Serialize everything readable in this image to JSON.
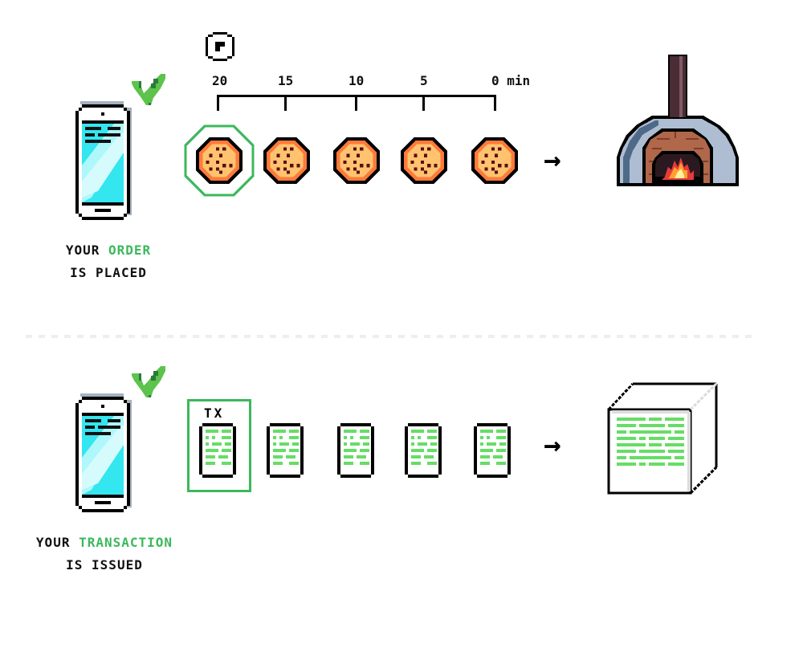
{
  "diagram": {
    "title_hidden": false,
    "top_row": {
      "caption": {
        "line1_prefix": "YOUR",
        "line1_highlight": "ORDER",
        "line2": "IS PLACED"
      },
      "timeline": {
        "ticks": [
          "20",
          "15",
          "10",
          "5",
          "0 min"
        ],
        "icon": "clock-icon"
      },
      "queue_items": [
        "pizza",
        "pizza",
        "pizza",
        "pizza",
        "pizza"
      ],
      "highlighted_index": 0,
      "destination": "pizza-oven",
      "arrow": "→"
    },
    "bottom_row": {
      "caption": {
        "line1_prefix": "YOUR",
        "line1_highlight": "TRANSACTION",
        "line2": "IS ISSUED"
      },
      "highlight_label": "TX",
      "queue_items": [
        "transaction",
        "transaction",
        "transaction",
        "transaction",
        "transaction"
      ],
      "highlighted_index": 0,
      "destination": "block",
      "arrow": "→"
    }
  },
  "colors": {
    "accent_green": "#3cb85c",
    "doc_line_green": "#66dd66",
    "screen_cyan": "#33e6f0",
    "pizza_crust": "#ff7a3a",
    "pizza_cheese": "#ffc370"
  }
}
